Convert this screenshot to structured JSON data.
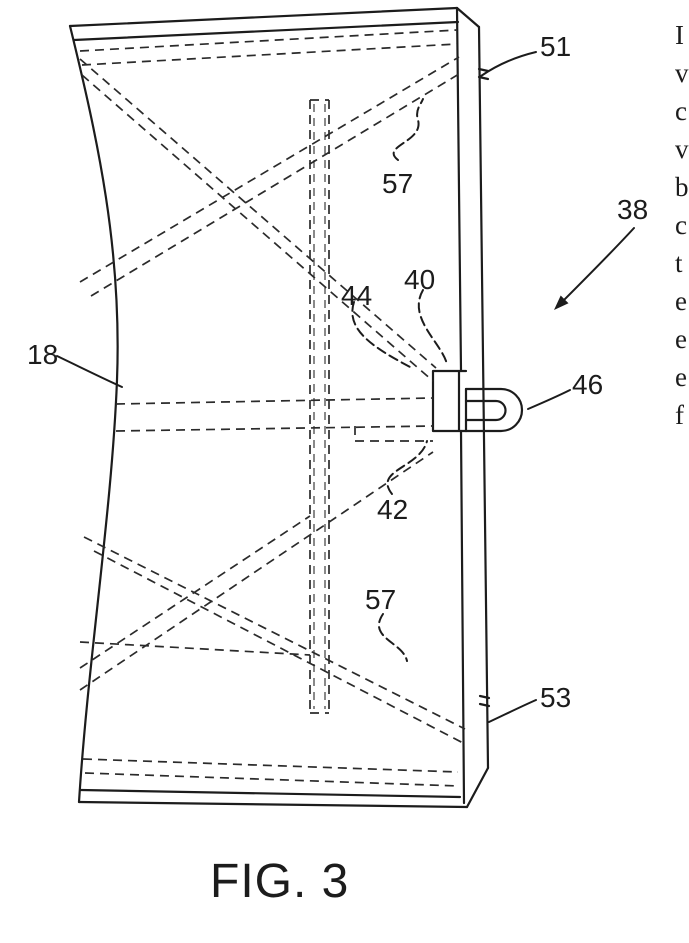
{
  "colors": {
    "ink": "#1c1c1c",
    "background": "#ffffff"
  },
  "figure": {
    "caption": "FIG. 3",
    "labels": [
      {
        "id": "51",
        "text": "51"
      },
      {
        "id": "57-upper",
        "text": "57"
      },
      {
        "id": "38",
        "text": "38"
      },
      {
        "id": "44",
        "text": "44"
      },
      {
        "id": "40",
        "text": "40"
      },
      {
        "id": "18",
        "text": "18"
      },
      {
        "id": "46",
        "text": "46"
      },
      {
        "id": "42",
        "text": "42"
      },
      {
        "id": "57-lower",
        "text": "57"
      },
      {
        "id": "53",
        "text": "53"
      }
    ],
    "edge_text_fragments": [
      "I",
      "v",
      "c",
      "v",
      "b",
      "c",
      "t",
      "e",
      "e",
      "e",
      "f"
    ]
  }
}
